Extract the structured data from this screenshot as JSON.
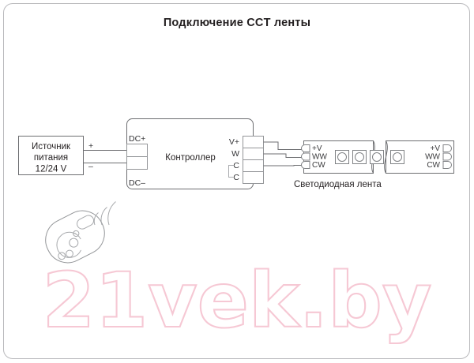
{
  "diagram": {
    "title": "Подключение CCT ленты",
    "frame": "rounded-border"
  },
  "power_supply": {
    "name": "power-supply-block",
    "line1": "Источник",
    "line2": "питания",
    "line3": "12/24 V",
    "terminal_plus": "+",
    "terminal_minus": "–"
  },
  "controller": {
    "name": "controller-block",
    "label": "Контроллер",
    "input_terminals": [
      {
        "label": "DC+"
      },
      {
        "label": "DC–"
      }
    ],
    "output_terminals": [
      {
        "label": "V+"
      },
      {
        "label": "W"
      },
      {
        "label": "C"
      },
      {
        "label": "C"
      }
    ]
  },
  "led_strip": {
    "name": "led-strip",
    "caption": "Светодиодная лента",
    "left_pads": [
      "+V",
      "WW",
      "CW"
    ],
    "right_pads": [
      "+V",
      "WW",
      "CW"
    ],
    "led_count_left": 3,
    "led_count_right": 1,
    "break_marker": "wavy-cut"
  },
  "remote": {
    "name": "remote-control",
    "signal_arcs": 3,
    "touch_wheel": "c-ring",
    "buttons": [
      "power-button",
      "small-button-1",
      "small-button-2"
    ]
  },
  "watermark": {
    "text": "21vek.by",
    "color": "#f6c8d4"
  },
  "colors": {
    "ink": "#231f20",
    "line": "#6d6e71",
    "line_light": "#a7a9ac",
    "frame": "#b9b9bc",
    "background": "#ffffff",
    "watermark": "#f6c8d4"
  }
}
